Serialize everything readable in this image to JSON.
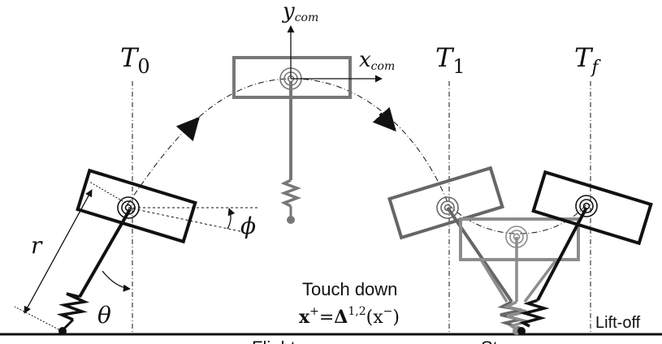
{
  "labels": {
    "t0": "T",
    "t0_sub": "0",
    "t1": "T",
    "t1_sub": "1",
    "tf": "T",
    "tf_sub": "f",
    "y_com": "y",
    "y_com_sub": "com",
    "x_com": "x",
    "x_com_sub": "com",
    "r": "r",
    "theta": "θ",
    "phi": "ϕ",
    "touch_down": "Touch down",
    "map_x": "x",
    "map_plus": "+",
    "map_eq": "=",
    "map_delta": "Δ",
    "map_delta_sup": "1,2",
    "map_arg_open": "(x",
    "map_minus": "−",
    "map_arg_close": ")",
    "lift_off": "Lift-off",
    "flight": "Flight",
    "stance": "Stance"
  },
  "colors": {
    "black": "#111111",
    "dark_gray": "#444444",
    "mid_gray": "#777777",
    "light_gray": "#8c8c8c"
  }
}
